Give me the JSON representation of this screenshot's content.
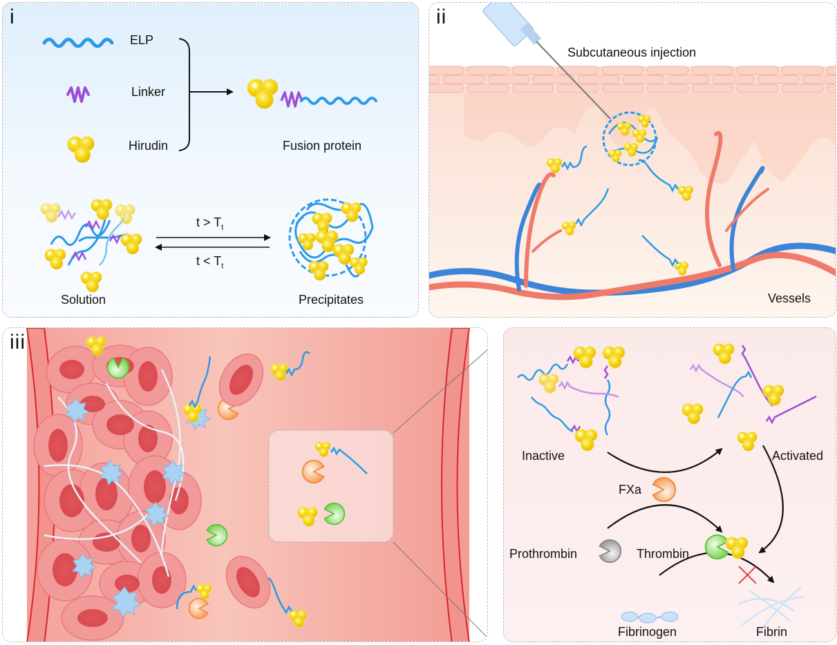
{
  "panels": {
    "i": {
      "label": "i",
      "components": {
        "elp": "ELP",
        "linker": "Linker",
        "hirudin": "Hirudin"
      },
      "product": "Fusion protein",
      "forward_condition": {
        "main": "t > T",
        "sub": "t"
      },
      "reverse_condition": {
        "main": "t < T",
        "sub": "t"
      },
      "state_left": "Solution",
      "state_right": "Precipitates"
    },
    "ii": {
      "label": "ii",
      "injection": "Subcutaneous injection",
      "vessels": "Vessels"
    },
    "iii": {
      "label": "iii"
    },
    "detail": {
      "inactive": "Inactive",
      "activated": "Activated",
      "fxa": "FXa",
      "prothrombin": "Prothrombin",
      "thrombin": "Thrombin",
      "fibrinogen": "Fibrinogen",
      "fibrin": "Fibrin"
    }
  },
  "colors": {
    "elp": "#2b9ae6",
    "linker": "#9b4fd6",
    "hirudin": "#f5d317",
    "artery": "#f07a6a",
    "vein": "#3b84d9",
    "rbc": "#f08a8a",
    "thrombin": "#7fd45a",
    "fxa": "#f7a15c",
    "prothrombin": "#a9a9a9",
    "block": "#e0302a"
  }
}
